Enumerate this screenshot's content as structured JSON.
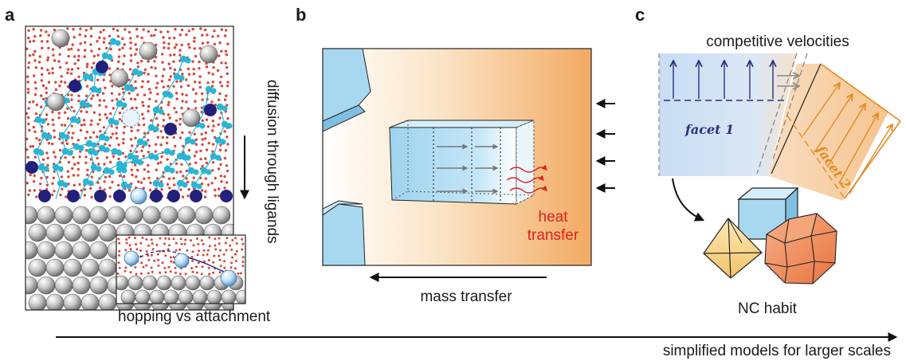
{
  "panels": {
    "a": {
      "label": "a",
      "side_caption": "diffusion through ligands",
      "inset_caption": "hopping vs attachment"
    },
    "b": {
      "label": "b",
      "heat_line1": "heat",
      "heat_line2": "transfer",
      "mass_caption": "mass transfer"
    },
    "c": {
      "label": "c",
      "title": "competitive velocities",
      "facet1": "facet 1",
      "facet2": "facet 2",
      "habit_caption": "NC habit"
    }
  },
  "bottom_axis": "simplified models for larger scales",
  "colors": {
    "ligand_dot": "#d9473a",
    "ligand_chain": "#29b6d6",
    "anchor": "#22207a",
    "atom": "#b8b8b8",
    "crystal": "#a8d8f0",
    "heat": "#e02020",
    "facet1": "#28307c",
    "facet2": "#e58a1f",
    "gradient_end": "#f3b273"
  }
}
